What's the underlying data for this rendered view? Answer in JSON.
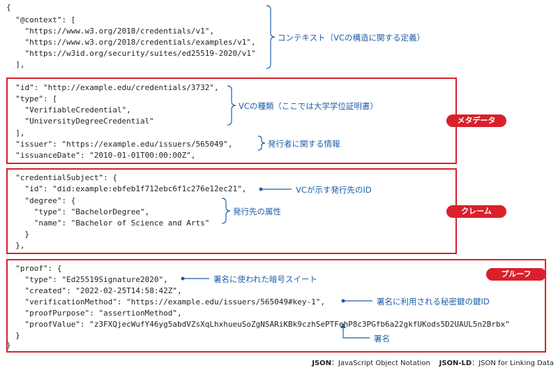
{
  "code_lines": [
    "{",
    "  \"@context\": [",
    "    \"https://www.w3.org/2018/credentials/v1\",",
    "    \"https://www.w3.org/2018/credentials/examples/v1\",",
    "    \"https://w3id.org/security/suites/ed25519-2020/v1\"",
    "  ],",
    "  \"id\": \"http://example.edu/credentials/3732\",",
    "  \"type\": [",
    "    \"VerifiableCredential\",",
    "    \"UniversityDegreeCredential\"",
    "  ],",
    "  \"issuer\": \"https://example.edu/issuers/565049\",",
    "  \"issuanceDate\": \"2010-01-01T00:00:00Z\",",
    "  \"credentialSubject\": {",
    "    \"id\": \"did:example:ebfeb1f712ebc6f1c276e12ec21\",",
    "    \"degree\": {",
    "      \"type\": \"BachelorDegree\",",
    "      \"name\": \"Bachelor of Science and Arts\"",
    "    }",
    "  },",
    "  \"proof\": {",
    "    \"type\": \"Ed25519Signature2020\",",
    "    \"created\": \"2022-02-25T14:58:42Z\",",
    "    \"verificationMethod\": \"https://example.edu/issuers/565049#key-1\",",
    "    \"proofPurpose\": \"assertionMethod\",",
    "    \"proofValue\": \"z3FXQjecWufY46yg5abdVZsXqLhxhueuSoZgNSARiKBk9czhSePTFehP8c3PGfb6a22gkfUKods5D2UAUL5n2Brbx\"",
    "  }",
    "}"
  ],
  "sections": {
    "metadata": "メタデータ",
    "claim": "クレーム",
    "proof": "プルーフ"
  },
  "annotations": {
    "context": "コンテキスト（VCの構造に関する定義）",
    "vc_type": "VCの種類（ここでは大学学位証明書）",
    "issuer": "発行者に関する情報",
    "subject_id": "VCが示す発行先のID",
    "degree": "発行先の属性",
    "sig_type": "署名に使われた暗号スイート",
    "key_id": "署名に利用される秘密鍵の鍵ID",
    "signature": "署名"
  },
  "footer": {
    "json_label": "JSON",
    "json_text": "：JavaScript Object Notation",
    "jsonld_label": "JSON-LD",
    "jsonld_text": "：JSON for Linking Data"
  },
  "colors": {
    "accent_red": "#d9212c",
    "annotation_blue": "#1f5fa8"
  }
}
